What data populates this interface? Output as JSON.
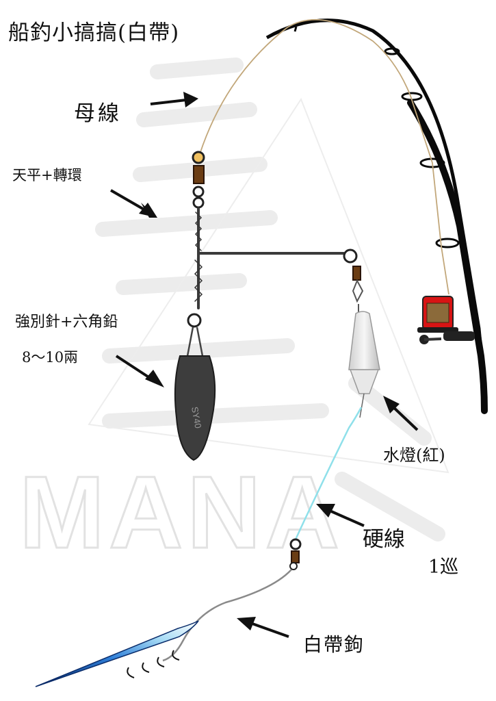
{
  "title": "船釣小搞搞(白帶)",
  "labels": {
    "main_line": "母線",
    "balance_swivel": "天平+轉環",
    "sinker_line1": "強別針+六角鉛",
    "sinker_line2": "8～10兩",
    "float_light": "水燈(紅)",
    "hard_line": "硬線",
    "round": "1巡",
    "hook": "白帶鉤"
  },
  "sinker_mark": "SY40",
  "watermark": "MANA",
  "colors": {
    "main_line": "#c2a77a",
    "hard_line": "#8fe0ea",
    "rod": "#0a0a0a",
    "sinker": "#3d3d3d",
    "reel_red": "#d81414",
    "swivel_brown": "#6b3d14",
    "watermark": "#ececec"
  }
}
